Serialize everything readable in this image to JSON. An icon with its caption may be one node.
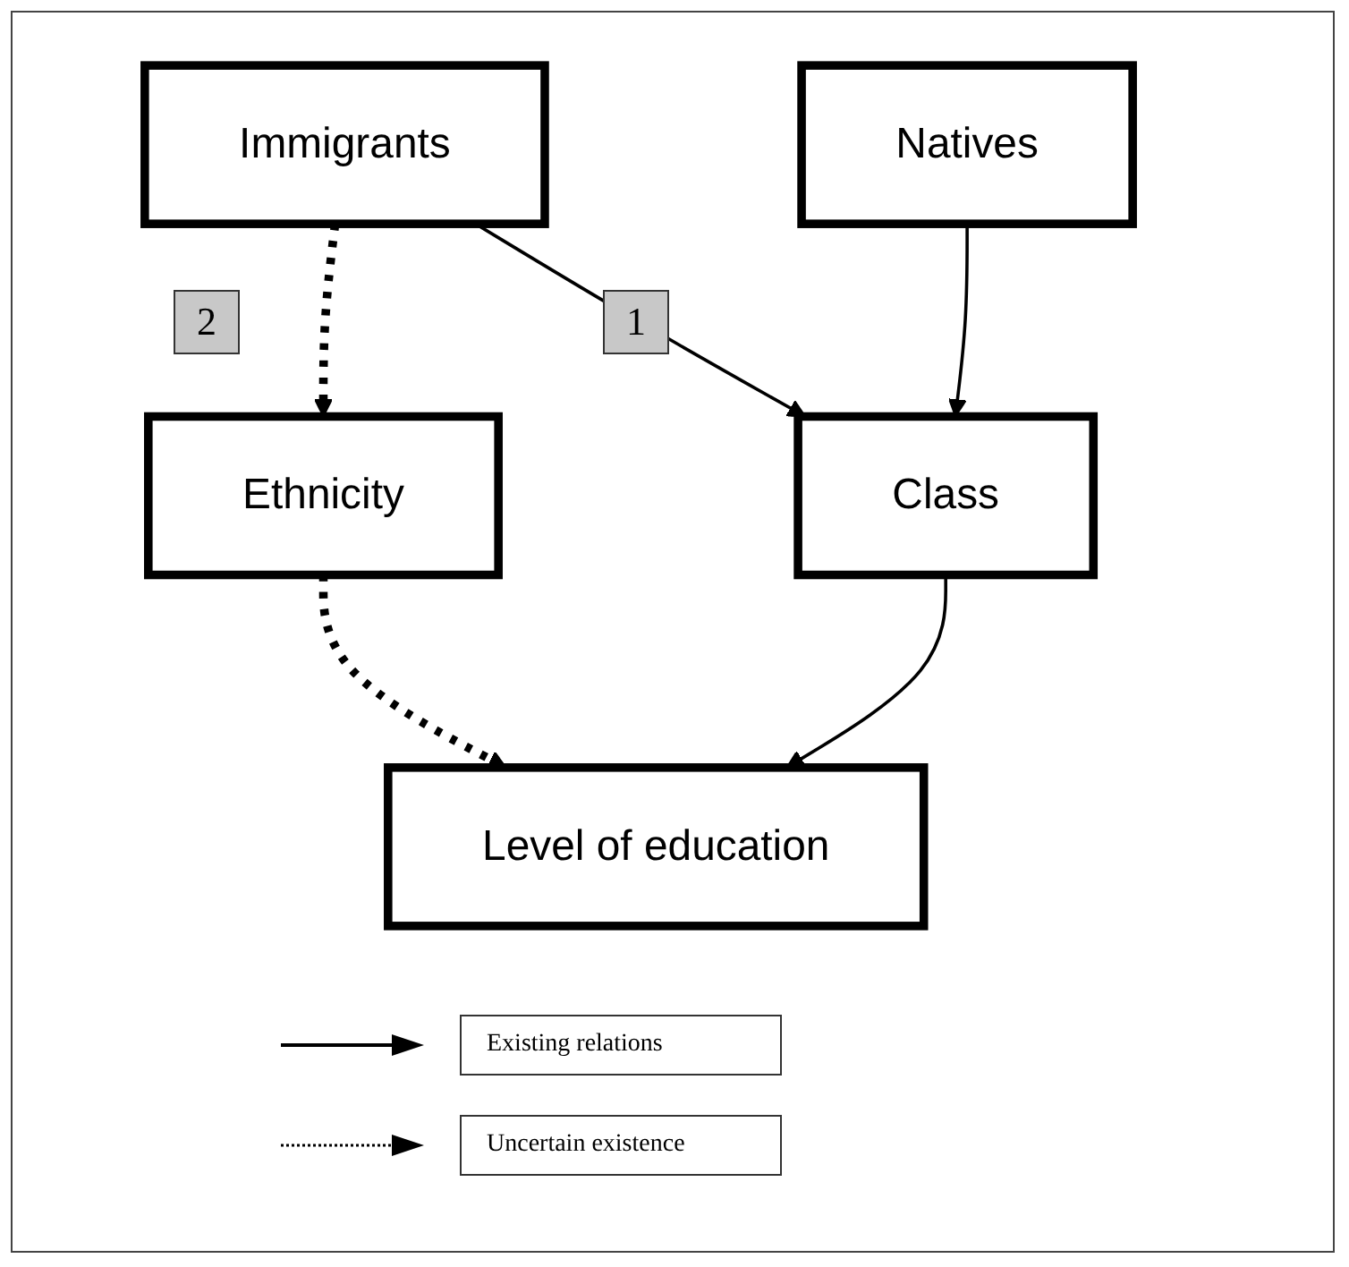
{
  "diagram": {
    "nodes": [
      {
        "text": [
          "Immigrants"
        ]
      },
      {
        "text": [
          "Natives"
        ]
      },
      {
        "text": [
          "Ethnicity"
        ]
      },
      {
        "text": [
          "Class"
        ]
      },
      {
        "text": [
          "Level of education"
        ]
      }
    ],
    "edges": [
      {
        "from": 0,
        "to": 2,
        "arrow": "to",
        "style": "dashed"
      },
      {
        "from": 0,
        "to": 3,
        "arrow": "to"
      },
      {
        "from": 1,
        "to": 3,
        "arrow": "to"
      },
      {
        "from": 2,
        "to": 4,
        "arrow": "to",
        "style": "dashed"
      },
      {
        "from": 3,
        "to": 4,
        "arrow": "to"
      }
    ],
    "labels": [
      "2",
      "1"
    ],
    "legend": [
      {
        "text": "Existing relations"
      },
      {
        "text": "Uncertain existence"
      }
    ]
  }
}
